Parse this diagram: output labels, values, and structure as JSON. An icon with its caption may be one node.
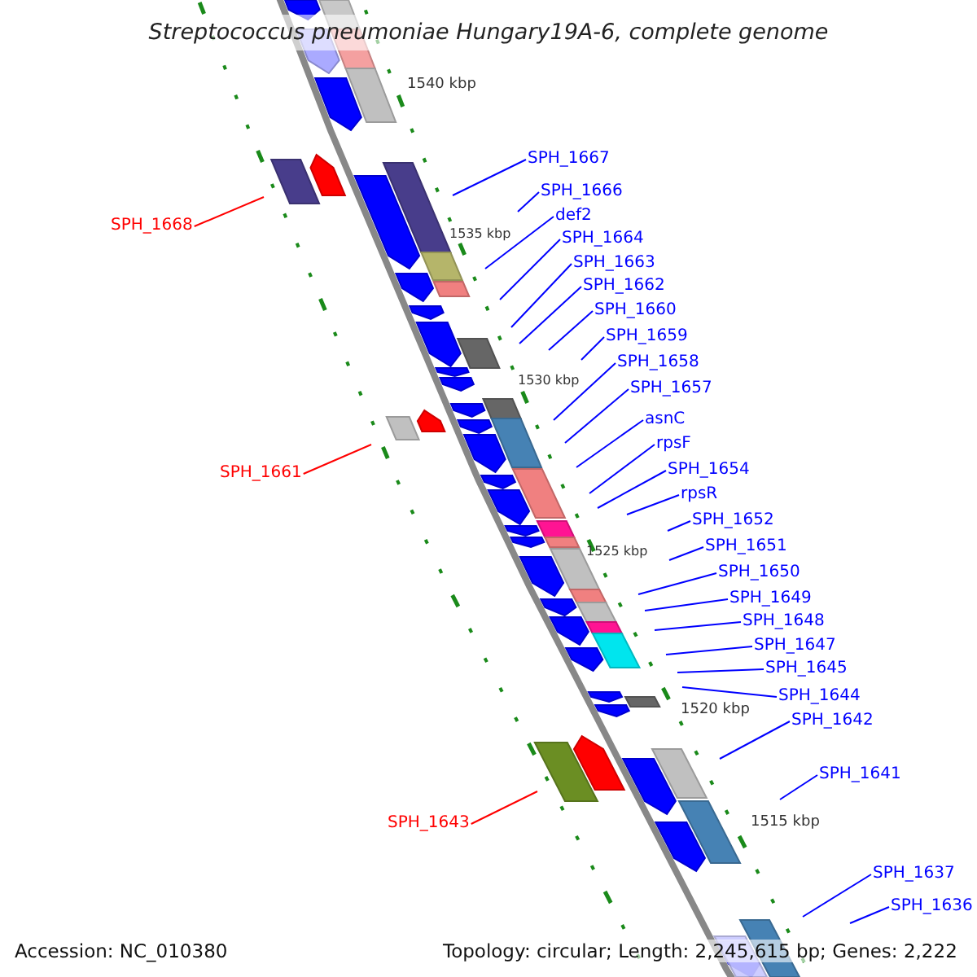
{
  "diagram": {
    "title": "Streptococcus pneumoniae Hungary19A-6, complete genome",
    "nodes": [
      {
        "text": [
          "SPH_1667"
        ]
      },
      {
        "text": [
          "SPH_1666"
        ]
      },
      {
        "text": [
          "def2"
        ]
      },
      {
        "text": [
          "SPH_1664"
        ]
      },
      {
        "text": [
          "SPH_1663"
        ]
      },
      {
        "text": [
          "SPH_1662"
        ]
      },
      {
        "text": [
          "SPH_1660"
        ]
      },
      {
        "text": [
          "SPH_1659"
        ]
      },
      {
        "text": [
          "SPH_1658"
        ]
      },
      {
        "text": [
          "SPH_1657"
        ]
      },
      {
        "text": [
          "asnC"
        ]
      },
      {
        "text": [
          "rpsF"
        ]
      },
      {
        "text": [
          "SPH_1654"
        ]
      },
      {
        "text": [
          "rpsR"
        ]
      },
      {
        "text": [
          "SPH_1652"
        ]
      },
      {
        "text": [
          "SPH_1651"
        ]
      },
      {
        "text": [
          "SPH_1650"
        ]
      },
      {
        "text": [
          "SPH_1649"
        ]
      },
      {
        "text": [
          "SPH_1648"
        ]
      },
      {
        "text": [
          "SPH_1647"
        ]
      },
      {
        "text": [
          "SPH_1645"
        ]
      },
      {
        "text": [
          "SPH_1644"
        ]
      },
      {
        "text": [
          "SPH_1642"
        ]
      },
      {
        "text": [
          "SPH_1641"
        ]
      },
      {
        "text": [
          "SPH_1637"
        ]
      },
      {
        "text": [
          "SPH_1636"
        ]
      },
      {
        "text": [
          "SPH_1668"
        ]
      },
      {
        "text": [
          "SPH_1661"
        ]
      },
      {
        "text": [
          "SPH_1643"
        ]
      }
    ],
    "edges": [
      {
        "from": 0,
        "to": null,
        "arrow": "none"
      },
      {
        "from": 1,
        "to": null,
        "arrow": "none"
      },
      {
        "from": 2,
        "to": null,
        "arrow": "none"
      },
      {
        "from": 3,
        "to": null,
        "arrow": "none"
      },
      {
        "from": 4,
        "to": null,
        "arrow": "none"
      },
      {
        "from": 5,
        "to": null,
        "arrow": "none"
      },
      {
        "from": 6,
        "to": null,
        "arrow": "none"
      },
      {
        "from": 7,
        "to": null,
        "arrow": "none"
      },
      {
        "from": 8,
        "to": null,
        "arrow": "none"
      },
      {
        "from": 9,
        "to": null,
        "arrow": "none"
      },
      {
        "from": 10,
        "to": null,
        "arrow": "none"
      },
      {
        "from": 11,
        "to": null,
        "arrow": "none"
      },
      {
        "from": 12,
        "to": null,
        "arrow": "none"
      },
      {
        "from": 13,
        "to": null,
        "arrow": "none"
      },
      {
        "from": 14,
        "to": null,
        "arrow": "none"
      },
      {
        "from": 15,
        "to": null,
        "arrow": "none"
      },
      {
        "from": 16,
        "to": null,
        "arrow": "none"
      },
      {
        "from": 17,
        "to": null,
        "arrow": "none"
      },
      {
        "from": 18,
        "to": null,
        "arrow": "none"
      },
      {
        "from": 19,
        "to": null,
        "arrow": "none"
      },
      {
        "from": 20,
        "to": null,
        "arrow": "none"
      },
      {
        "from": 21,
        "to": null,
        "arrow": "none"
      },
      {
        "from": 22,
        "to": null,
        "arrow": "none"
      },
      {
        "from": 23,
        "to": null,
        "arrow": "none"
      },
      {
        "from": 24,
        "to": null,
        "arrow": "none"
      },
      {
        "from": 25,
        "to": null,
        "arrow": "none"
      },
      {
        "from": 26,
        "to": null,
        "arrow": "none",
        "color": "#ff0000"
      },
      {
        "from": 27,
        "to": null,
        "arrow": "none",
        "color": "#ff0000"
      },
      {
        "from": 28,
        "to": null,
        "arrow": "none",
        "color": "#ff0000"
      }
    ],
    "labels": [
      "1540 kbp",
      "1535 kbp",
      "1530 kbp",
      "1525 kbp",
      "1520 kbp",
      "1515 kbp",
      "Accession: NC_010380",
      "Topology: circular; Length: 2,245,615 bp; Genes: 2,222"
    ]
  }
}
